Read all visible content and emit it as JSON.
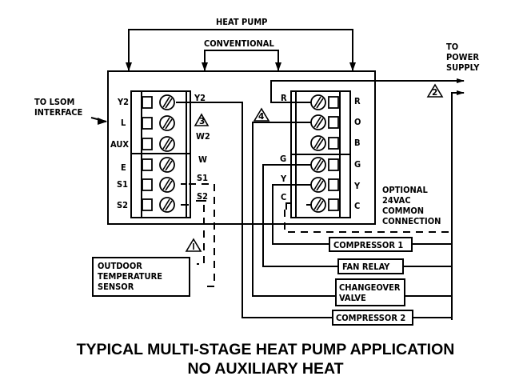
{
  "diagram": {
    "top_labels": {
      "heat_pump": "HEAT PUMP",
      "conventional": "CONVENTIONAL"
    },
    "left_label": [
      "TO LSOM",
      "INTERFACE"
    ],
    "right_label": [
      "TO",
      "POWER",
      "SUPPLY"
    ],
    "left_block": {
      "outer_labels": [
        "Y2",
        "L",
        "AUX",
        "E",
        "S1",
        "S2"
      ],
      "inner_labels": [
        "Y2",
        "W2",
        "W",
        "S1",
        "S2"
      ]
    },
    "right_block": {
      "inner_labels": [
        "R",
        "G",
        "Y",
        "C"
      ],
      "outer_labels": [
        "R",
        "O",
        "B",
        "G",
        "Y",
        "C"
      ]
    },
    "notes": {
      "optional_common": [
        "OPTIONAL",
        "24VAC",
        "COMMON",
        "CONNECTION"
      ]
    },
    "warnings": {
      "w1": "1",
      "w2": "2",
      "w3": "3",
      "w4": "4"
    },
    "devices": {
      "compressor1": "COMPRESSOR 1",
      "fan_relay": "FAN RELAY",
      "changeover_valve": [
        "CHANGEOVER",
        "VALVE"
      ],
      "compressor2": "COMPRESSOR 2",
      "outdoor_sensor": [
        "OUTDOOR",
        "TEMPERATURE",
        "SENSOR"
      ]
    },
    "caption": {
      "line1": "TYPICAL MULTI-STAGE HEAT PUMP APPLICATION",
      "line2": "NO AUXILIARY HEAT"
    }
  }
}
